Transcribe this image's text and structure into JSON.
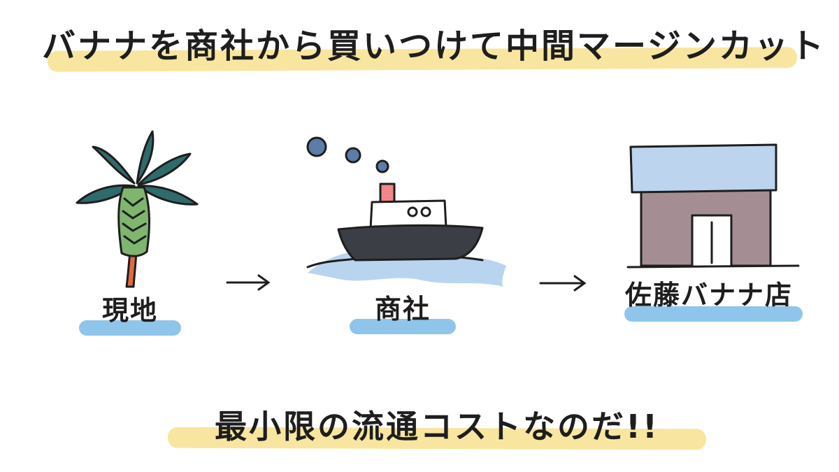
{
  "title": "バナナを商社から買いつけて中間マージンカット",
  "footer": "最小限の流通コストなのだ!!",
  "stages": [
    {
      "label": "現地"
    },
    {
      "label": "商社"
    },
    {
      "label": "佐藤バナナ店"
    }
  ],
  "colors": {
    "title_highlight": "#f8e6a0",
    "label_highlight": "#8fc5ea",
    "palm_leaf": "#2f6b6b",
    "banana": "#7fb56f",
    "trunk": "#e3693f",
    "ship_hull": "#3b3e45",
    "ship_funnel": "#f0888a",
    "smoke": "#5b7da7",
    "water": "#b9d4ee",
    "roof": "#bcd4ee",
    "building": "#a58e93"
  },
  "icons": [
    "palm-tree-icon",
    "arrow-right-icon",
    "ship-icon",
    "store-building-icon"
  ]
}
